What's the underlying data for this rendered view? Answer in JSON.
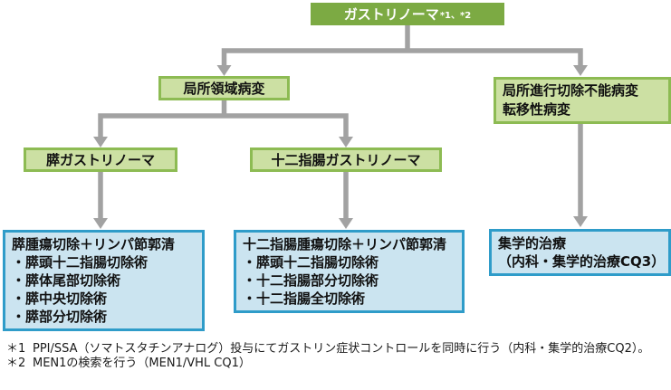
{
  "nodes": {
    "root": {
      "label": "ガストリノーマ",
      "sup": "*1、*2"
    },
    "locoregional": {
      "label": "局所領域病変"
    },
    "advanced": {
      "line1": "局所進行切除不能病変",
      "line2": "転移性病変"
    },
    "pancreatic": {
      "label": "膵ガストリノーマ"
    },
    "duodenal": {
      "label": "十二指腸ガストリノーマ"
    },
    "pancreatic_treatment": {
      "title": "膵腫瘍切除＋リンパ節郭清",
      "items": [
        "・膵頭十二指腸切除術",
        "・膵体尾部切除術",
        "・膵中央切除術",
        "・膵部分切除術"
      ]
    },
    "duodenal_treatment": {
      "title": "十二指腸腫瘍切除＋リンパ節郭清",
      "items": [
        "・膵頭十二指腸切除術",
        "・十二指腸部分切除術",
        "・十二指腸全切除術"
      ]
    },
    "multidisciplinary": {
      "line1": "集学的治療",
      "line2": "（内科・集学的治療CQ3）"
    }
  },
  "footnotes": [
    {
      "marker": "＊1",
      "text": "PPI/SSA（ソマトスタチンアナログ）投与にてガストリン症状コントロールを同時に行う（内科・集学的治療CQ2）。"
    },
    {
      "marker": "＊2",
      "text": "MEN1の検索を行う（MEN1/VHL CQ1）"
    }
  ],
  "colors": {
    "root_fill": "#7CAA43",
    "green_fill": "#CCE0A3",
    "green_border": "#8DBB53",
    "blue_fill": "#CBE4F0",
    "blue_border": "#2F9CC9",
    "arrow": "#A2A2A2"
  }
}
